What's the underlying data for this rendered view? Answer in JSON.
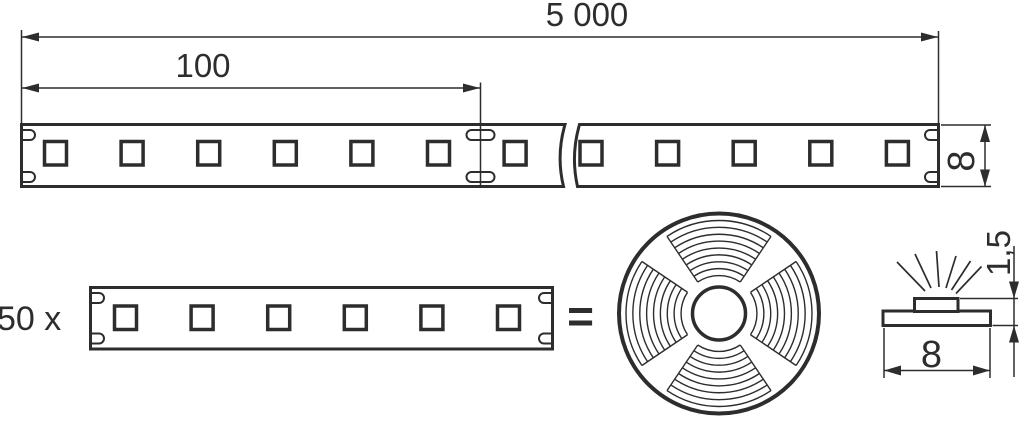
{
  "drawing": {
    "line_color": "#2d2d2d",
    "background": "#ffffff",
    "top_view": {
      "total_length_label": "5 000",
      "segment_length_label": "100",
      "strip_width_label": "8"
    },
    "bottom_row": {
      "multiplier_label": "50 x",
      "equals_label": "="
    },
    "cross_section": {
      "height_label": "1,5",
      "width_label": "8"
    }
  }
}
